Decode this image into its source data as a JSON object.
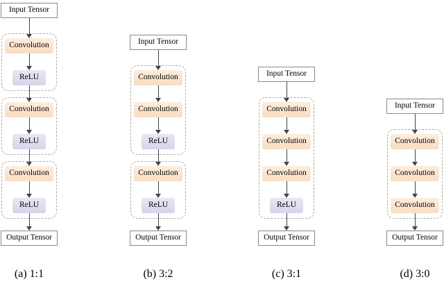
{
  "figure": {
    "columns": [
      {
        "id": "a",
        "caption": "(a) 1:1",
        "input": {
          "label": "Input Tensor"
        },
        "output": {
          "label": "Output Tensor"
        },
        "groups": [
          {
            "items": [
              {
                "type": "convolution",
                "label": "Convolution"
              },
              {
                "type": "relu",
                "label": "ReLU"
              }
            ]
          },
          {
            "items": [
              {
                "type": "convolution",
                "label": "Convolution"
              },
              {
                "type": "relu",
                "label": "ReLU"
              }
            ]
          },
          {
            "items": [
              {
                "type": "convolution",
                "label": "Convolution"
              },
              {
                "type": "relu",
                "label": "ReLU"
              }
            ]
          }
        ]
      },
      {
        "id": "b",
        "caption": "(b) 3:2",
        "input": {
          "label": "Input Tensor"
        },
        "output": {
          "label": "Output Tensor"
        },
        "groups": [
          {
            "items": [
              {
                "type": "convolution",
                "label": "Convolution"
              },
              {
                "type": "convolution",
                "label": "Convolution"
              },
              {
                "type": "relu",
                "label": "ReLU"
              }
            ]
          },
          {
            "items": [
              {
                "type": "convolution",
                "label": "Convolution"
              },
              {
                "type": "relu",
                "label": "ReLU"
              }
            ]
          }
        ]
      },
      {
        "id": "c",
        "caption": "(c) 3:1",
        "input": {
          "label": "Input Tensor"
        },
        "output": {
          "label": "Output Tensor"
        },
        "groups": [
          {
            "items": [
              {
                "type": "convolution",
                "label": "Convolution"
              },
              {
                "type": "convolution",
                "label": "Convolution"
              },
              {
                "type": "convolution",
                "label": "Convolution"
              },
              {
                "type": "relu",
                "label": "ReLU"
              }
            ]
          }
        ]
      },
      {
        "id": "d",
        "caption": "(d) 3:0",
        "input": {
          "label": "Input Tensor"
        },
        "output": {
          "label": "Output Tensor"
        },
        "groups": [
          {
            "items": [
              {
                "type": "convolution",
                "label": "Convolution"
              },
              {
                "type": "convolution",
                "label": "Convolution"
              },
              {
                "type": "convolution",
                "label": "Convolution"
              }
            ]
          }
        ]
      }
    ],
    "colors": {
      "convolution_fill": "#f8ddc2",
      "convolution_fill_light": "#fdeede",
      "relu_fill": "#d8d4e9",
      "relu_fill_light": "#e9e6f4",
      "io_fill": "#ffffff",
      "io_border": "#888888",
      "group_border": "#aaaaaa",
      "arrow": "#444444",
      "text": "#000000"
    }
  }
}
